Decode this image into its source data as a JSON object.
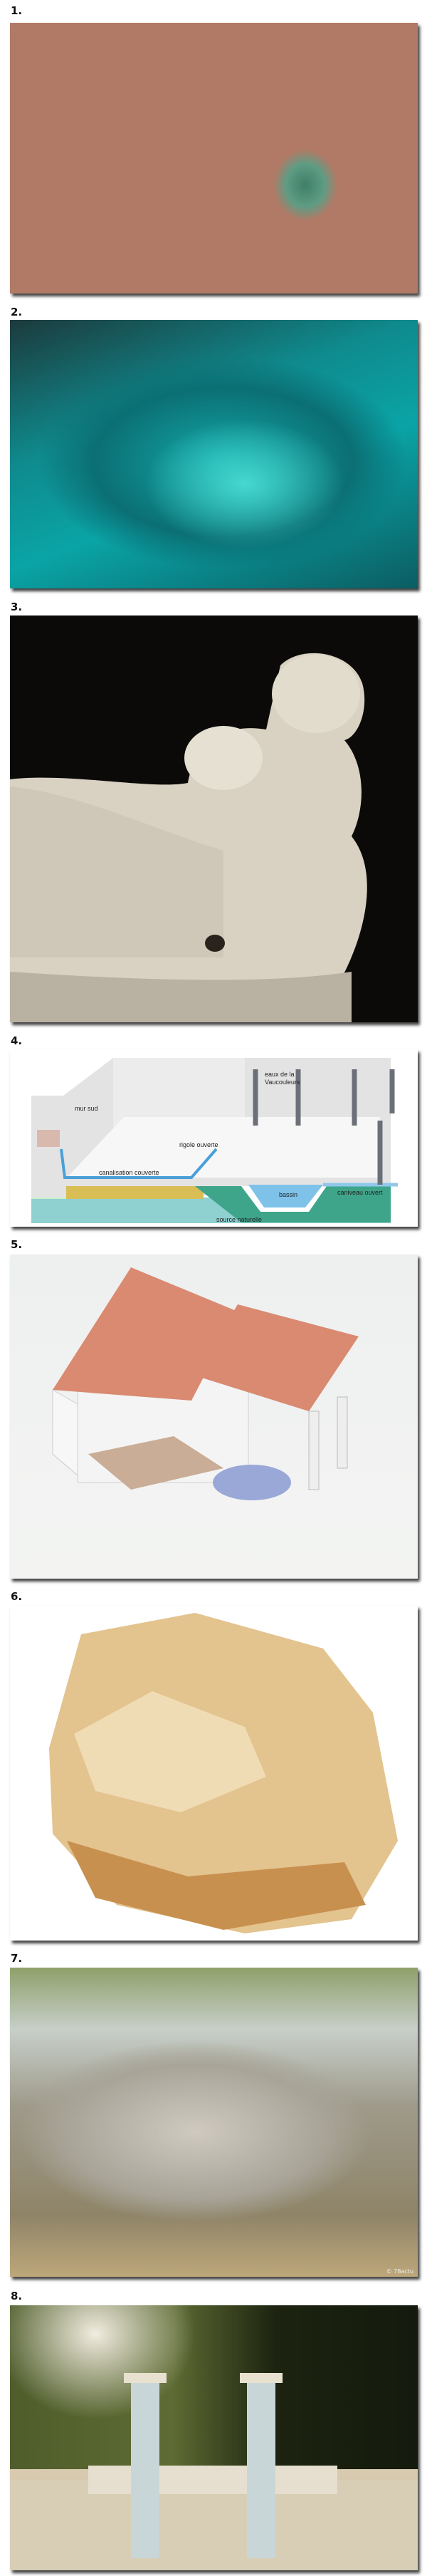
{
  "items": [
    {
      "number": "1."
    },
    {
      "number": "2."
    },
    {
      "number": "3."
    },
    {
      "number": "4.",
      "diagram_labels": {
        "mur_sud": "mur sud",
        "eaux_1": "eaux de la",
        "eaux_2": "Vaucouleurs",
        "rigole": "rigole ouverte",
        "canalisation": "canalisation couverte",
        "bassin": "bassin",
        "caniveau": "caniveau ouvert",
        "source": "source naturelle"
      }
    },
    {
      "number": "5."
    },
    {
      "number": "6."
    },
    {
      "number": "7.",
      "watermark": "© 78actu"
    },
    {
      "number": "8."
    }
  ],
  "colors": {
    "water": "#4a9fd8",
    "ground_green": "#3fa58a",
    "ground_yellow": "#d9bd55",
    "aquifer": "#8fd0d0"
  }
}
